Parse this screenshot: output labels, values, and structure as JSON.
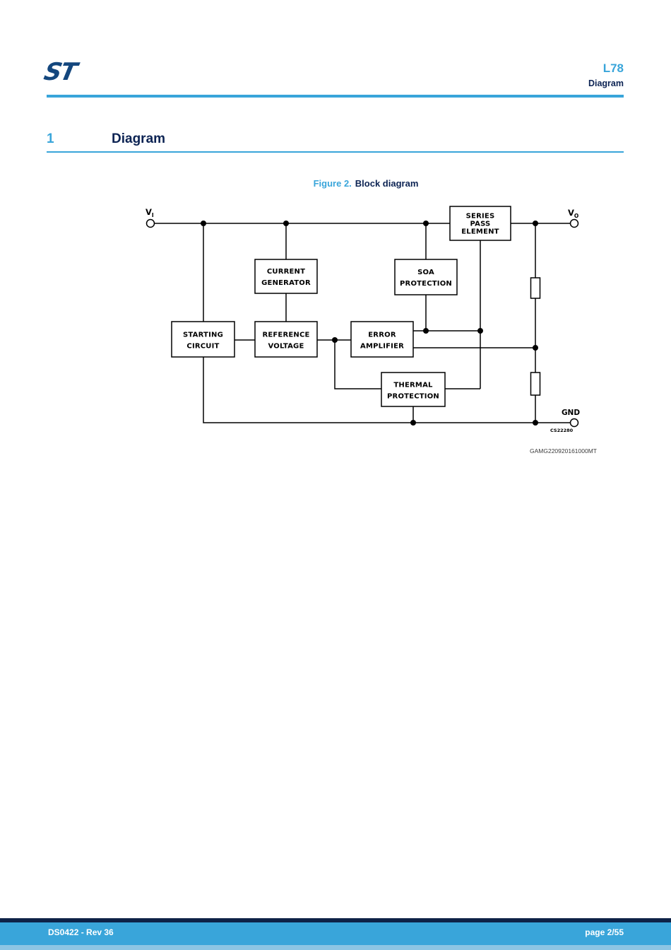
{
  "logo": {
    "text": "ST"
  },
  "header": {
    "product": "L78",
    "section": "Diagram"
  },
  "section_heading": {
    "number": "1",
    "title": "Diagram"
  },
  "figure": {
    "label": "Figure 2.",
    "title": "Block diagram"
  },
  "diagram": {
    "blocks": {
      "series_pass": {
        "l1": "SERIES",
        "l2": "PASS",
        "l3": "ELEMENT"
      },
      "current_generator": {
        "l1": "CURRENT",
        "l2": "GENERATOR"
      },
      "soa_protection": {
        "l1": "SOA",
        "l2": "PROTECTION"
      },
      "starting_circuit": {
        "l1": "STARTING",
        "l2": "CIRCUIT"
      },
      "reference_voltage": {
        "l1": "REFERENCE",
        "l2": "VOLTAGE"
      },
      "error_amplifier": {
        "l1": "ERROR",
        "l2": "AMPLIFIER"
      },
      "thermal_protection": {
        "l1": "THERMAL",
        "l2": "PROTECTION"
      }
    },
    "terminals": {
      "input": {
        "letter": "V",
        "sub": "I"
      },
      "output": {
        "letter": "V",
        "sub": "O"
      },
      "ground": "GND"
    },
    "schematic_id": "CS22280",
    "image_code": "GAMG220920161000MT"
  },
  "footer": {
    "doc_rev": "DS0422 - Rev 36",
    "page": "page 2/55"
  },
  "colors": {
    "accent_blue": "#39a5da",
    "dark_navy": "#0c2353",
    "logo_blue": "#14477e",
    "footer_navy": "#0e2247",
    "footer_light": "#8cc5e4",
    "line_black": "#000000",
    "watermark_gray": "#3c3c3c"
  }
}
